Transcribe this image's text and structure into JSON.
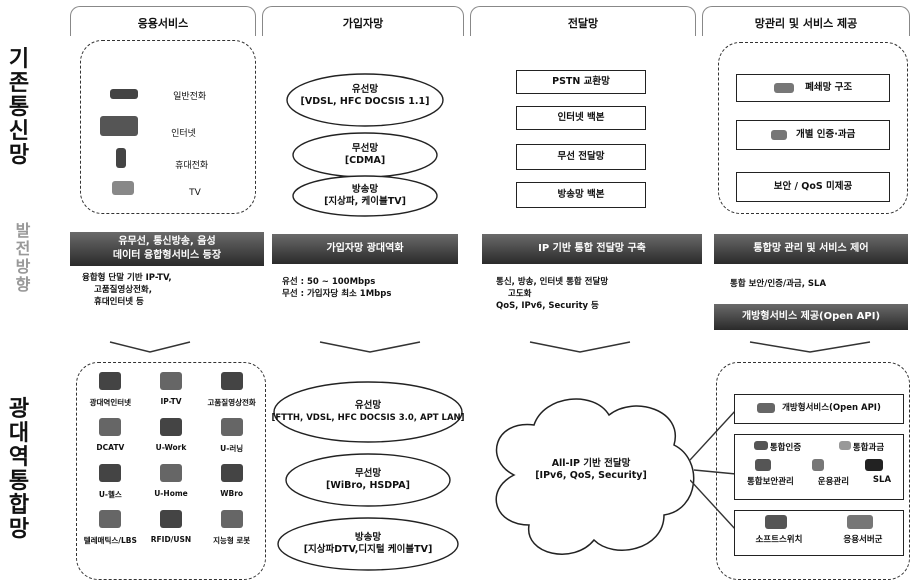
{
  "columns": [
    "응용서비스",
    "가입자망",
    "전달망",
    "망관리 및 서비스 제공"
  ],
  "rows": {
    "existing": "기존통신망",
    "direction": "발전방향",
    "bcn": "광대역통합망"
  },
  "existing": {
    "services": [
      "일반전화",
      "인터넷",
      "휴대전화",
      "TV"
    ],
    "access": [
      {
        "title": "유선망",
        "sub": "[VDSL, HFC DOCSIS 1.1]"
      },
      {
        "title": "무선망",
        "sub": "[CDMA]"
      },
      {
        "title": "방송망",
        "sub": "[지상파, 케이블TV]"
      }
    ],
    "transport": [
      "PSTN 교환망",
      "인터넷 백본",
      "무선 전달망",
      "방송망 백본"
    ],
    "mgmt": [
      "폐쇄망 구조",
      "개별 인증·과금",
      "보안 / QoS 미제공"
    ]
  },
  "direction": {
    "col1_band": [
      "유무선, 통신방송, 음성",
      "데이터 융합형서비스 등장"
    ],
    "col1_bullets": [
      "융합형 단말 기반 IP-TV,",
      "고품질영상전화,",
      "휴대인터넷 등"
    ],
    "col2_band": "가입자망 광대역화",
    "col2_bullets": [
      "유선 : 50 ~ 100Mbps",
      "무선 : 가입자당 최소 1Mbps"
    ],
    "col3_band": "IP 기반 통합 전달망 구축",
    "col3_bullets": [
      "통신, 방송, 인터넷 통합 전달망",
      "고도화",
      "QoS, IPv6, Security 등"
    ],
    "col4_band1": "통합망 관리 및 서비스 제어",
    "col4_bullet": "통합 보안/인증/과금, SLA",
    "col4_band2": "개방형서비스 제공(Open API)"
  },
  "bcn": {
    "services": [
      "광대역인터넷",
      "IP-TV",
      "고품질영상전화",
      "DCATV",
      "U-Work",
      "U-러닝",
      "U-헬스",
      "U-Home",
      "WBro",
      "텔레매틱스/LBS",
      "RFID/USN",
      "지능형 로봇"
    ],
    "access": [
      {
        "title": "유선망",
        "sub": "[FTTH, VDSL, HFC DOCSIS 3.0, APT LAN]"
      },
      {
        "title": "무선망",
        "sub": "[WiBro, HSDPA]"
      },
      {
        "title": "방송망",
        "sub": "[지상파DTV,디지털 케이블TV]"
      }
    ],
    "transport": {
      "title": "All-IP 기반 전달망",
      "sub": "[IPv6, QoS, Security]"
    },
    "mgmt": {
      "openapi": "개방형서비스(Open API)",
      "auth": "통합인증",
      "billing": "통합과금",
      "security": "통합보안관리",
      "ops": "운용관리",
      "sla": "SLA",
      "softswitch": "소프트스위치",
      "appserver": "응용서버군"
    }
  }
}
